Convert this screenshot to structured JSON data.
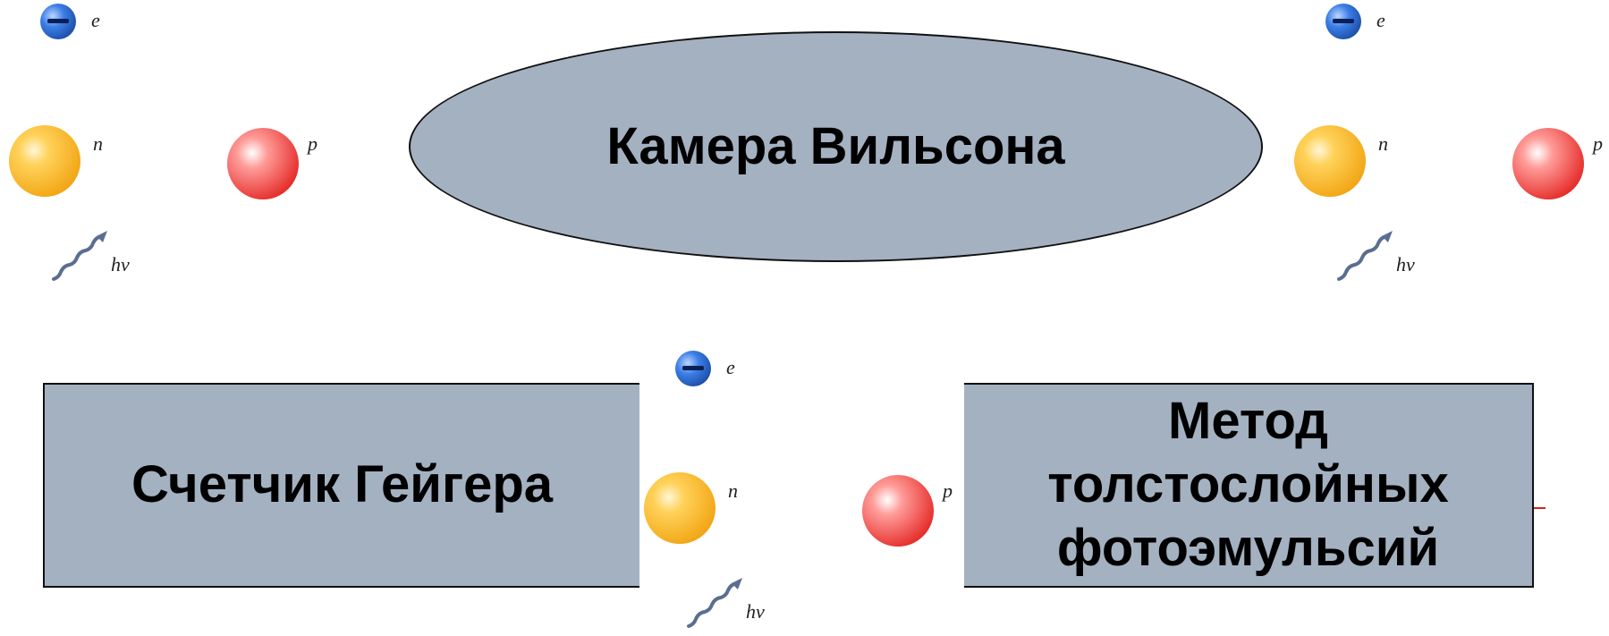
{
  "particles": {
    "electron_label": "e",
    "neutron_label": "n",
    "proton_label": "p",
    "photon_label": "hν"
  },
  "methods": {
    "wilson": "Камера Вильсона",
    "geiger": "Счетчик Гейгера",
    "photoemulsion": "Метод\nтолстослойных\nфотоэмульсий"
  },
  "colors": {
    "box_fill": "#a4b1c1",
    "electron": "#2e6fd1",
    "neutron": "#f2b21e",
    "proton": "#e8403c"
  }
}
